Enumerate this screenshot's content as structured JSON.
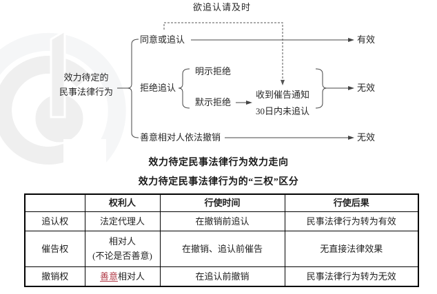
{
  "watermark": {
    "color": "#efefef",
    "color_faint": "#f5f6f7"
  },
  "flowchart": {
    "top_note": "欲追认请及时",
    "root_line1": "效力待定的",
    "root_line2": "民事法律行为",
    "branch_agree": "同意或追认",
    "branch_refuse": "拒绝追认",
    "branch_revoke": "善意相对人依法撤销",
    "refuse_express": "明示拒绝",
    "refuse_implied": "默示拒绝",
    "notice_line1": "收到催告通知",
    "notice_line2": "30日内未追认",
    "result_valid": "有效",
    "result_invalid_mid": "无效",
    "result_invalid_bottom": "无效",
    "line_color": "#454545"
  },
  "captions": {
    "flow_title": "效力待定民事法律行为效力走向",
    "table_title": "效力待定民事法律行为的“三权”区分"
  },
  "table": {
    "highlight_color": "#b03844",
    "headers": [
      "",
      "权利人",
      "行使时间",
      "行使后果"
    ],
    "rows": [
      {
        "name": "追认权",
        "holder": "法定代理人",
        "time": "在撤销前追认",
        "result": "民事法律行为转为有效"
      },
      {
        "name": "催告权",
        "holder": "相对人",
        "holder_note": "(不论是否善意)",
        "time": "在撤销、追认前催告",
        "result": "无直接法律效果"
      },
      {
        "name": "撤销权",
        "holder_highlight": "善意",
        "holder": "相对人",
        "time": "在追认前撤销",
        "result": "民事法律行为转为无效"
      }
    ]
  }
}
